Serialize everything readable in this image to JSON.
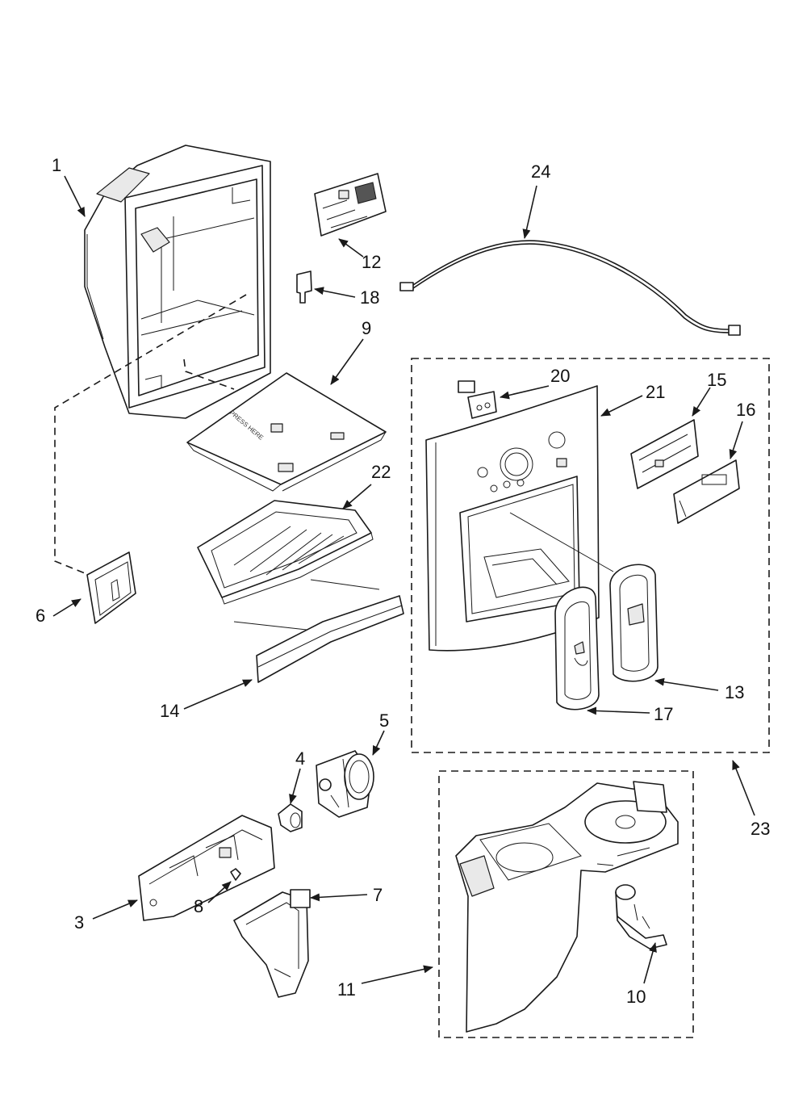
{
  "diagram": {
    "type": "exploded parts diagram",
    "imprint": "PRESS HERE",
    "callouts": [
      {
        "id": "c1",
        "label": "1"
      },
      {
        "id": "c3",
        "label": "3"
      },
      {
        "id": "c4",
        "label": "4"
      },
      {
        "id": "c5",
        "label": "5"
      },
      {
        "id": "c6",
        "label": "6"
      },
      {
        "id": "c7",
        "label": "7"
      },
      {
        "id": "c8",
        "label": "8"
      },
      {
        "id": "c9",
        "label": "9"
      },
      {
        "id": "c10",
        "label": "10"
      },
      {
        "id": "c11",
        "label": "11"
      },
      {
        "id": "c12",
        "label": "12"
      },
      {
        "id": "c13",
        "label": "13"
      },
      {
        "id": "c14",
        "label": "14"
      },
      {
        "id": "c15",
        "label": "15"
      },
      {
        "id": "c16",
        "label": "16"
      },
      {
        "id": "c17",
        "label": "17"
      },
      {
        "id": "c18",
        "label": "18"
      },
      {
        "id": "c20",
        "label": "20"
      },
      {
        "id": "c21",
        "label": "21"
      },
      {
        "id": "c22",
        "label": "22"
      },
      {
        "id": "c23",
        "label": "23"
      },
      {
        "id": "c24",
        "label": "24"
      }
    ]
  }
}
